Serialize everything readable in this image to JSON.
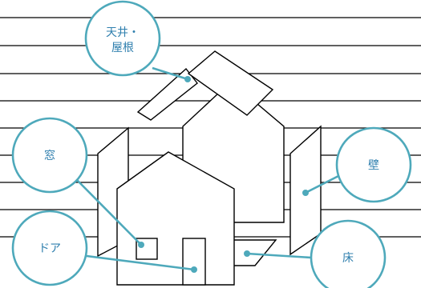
{
  "diagram": {
    "labels": {
      "ceiling_roof_line1": "天井・",
      "ceiling_roof_line2": "屋根",
      "window": "窓",
      "wall": "壁",
      "door": "ドア",
      "floor": "床"
    },
    "colors": {
      "accent": "#4ea9bb",
      "label_text": "#2f7fae",
      "line": "#000000",
      "background": "#ffffff"
    }
  }
}
